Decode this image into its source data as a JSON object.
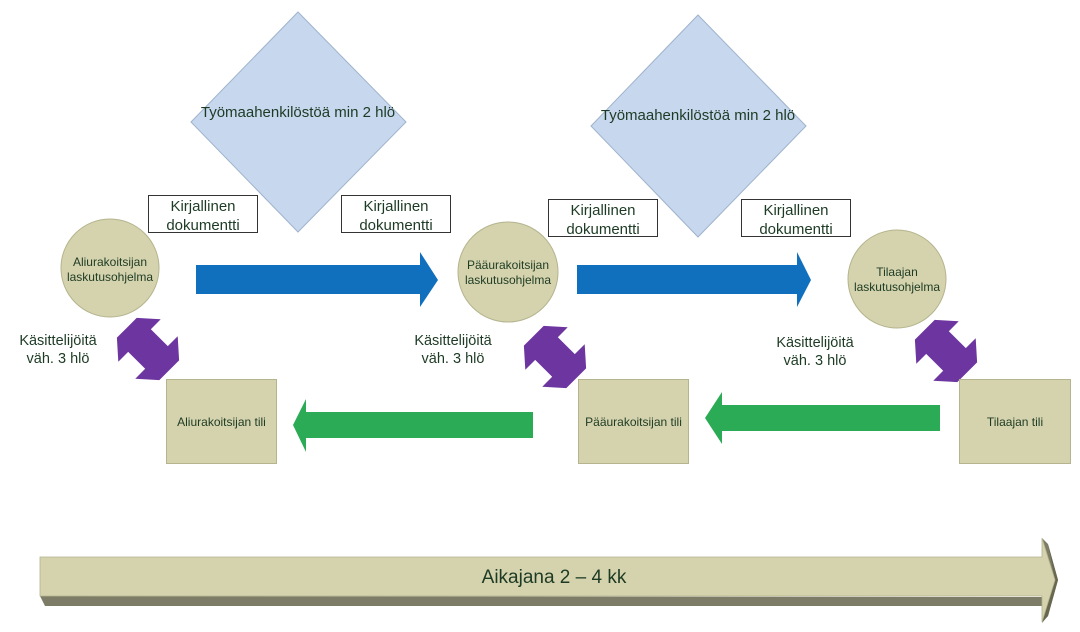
{
  "colors": {
    "diamond_fill": "#c6d7ee",
    "node_fill": "#d5d3ad",
    "blue_arrow": "#1170bd",
    "green_arrow": "#2bab55",
    "purple_arrow": "#6d359f",
    "timeline_face": "#d5d3ad",
    "timeline_shadow": "#7d7c66",
    "text": "#1d3b24"
  },
  "diamonds": [
    {
      "label": "Työmaahenkilöstöä min 2 hlö"
    },
    {
      "label": "Työmaahenkilöstöä min 2 hlö"
    }
  ],
  "documents": [
    {
      "line1": "Kirjallinen",
      "line2": "dokumentti"
    },
    {
      "line1": "Kirjallinen",
      "line2": "dokumentti"
    },
    {
      "line1": "Kirjallinen",
      "line2": "dokumentti"
    },
    {
      "line1": "Kirjallinen",
      "line2": "dokumentti"
    }
  ],
  "billing_programs": [
    {
      "line1": "Aliurakoitsijan",
      "line2": "laskutusohjelma"
    },
    {
      "line1": "Pääurakoitsijan",
      "line2": "laskutusohjelma"
    },
    {
      "line1": "Tilaajan",
      "line2": "laskutusohjelma"
    }
  ],
  "handlers": [
    {
      "line1": "Käsittelijöitä",
      "line2": "väh. 3 hlö"
    },
    {
      "line1": "Käsittelijöitä",
      "line2": "väh. 3 hlö"
    },
    {
      "line1": "Käsittelijöitä",
      "line2": "väh. 3 hlö"
    }
  ],
  "accounts": [
    {
      "label": "Aliurakoitsijan tili"
    },
    {
      "label": "Pääurakoitsijan tili"
    },
    {
      "label": "Tilaajan tili"
    }
  ],
  "timeline": {
    "label": "Aikajana 2 – 4 kk"
  }
}
